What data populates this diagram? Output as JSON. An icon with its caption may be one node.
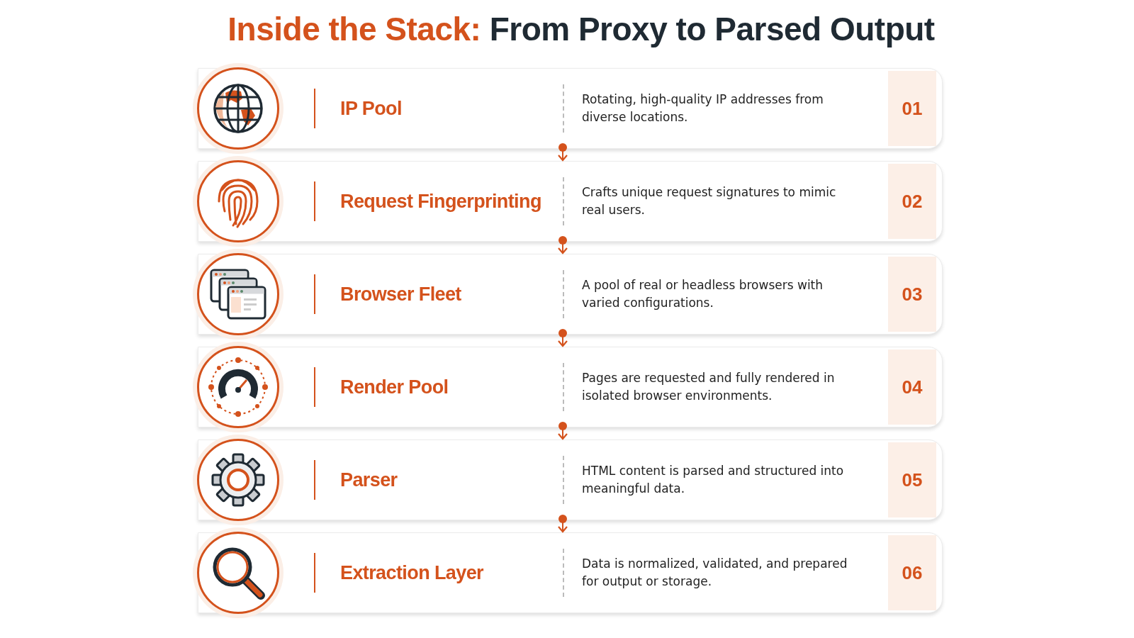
{
  "diagram": {
    "title": "Inside the Stack: From Proxy to Parsed Output",
    "nodes": [
      {
        "text": [
          "IP Pool",
          "Rotating, high-quality IP addresses from diverse locations.",
          "01"
        ]
      },
      {
        "text": [
          "Request Fingerprinting",
          "Crafts unique request signatures to mimic real users.",
          "02"
        ]
      },
      {
        "text": [
          "Browser Fleet",
          "A pool of real or headless browsers with varied configurations.",
          "03"
        ]
      },
      {
        "text": [
          "Render Pool",
          "Pages are requested and fully rendered in isolated browser environments.",
          "04"
        ]
      },
      {
        "text": [
          "Parser",
          "HTML content is parsed and structured into meaningful data.",
          "05"
        ]
      },
      {
        "text": [
          "Extraction Layer",
          "Data is normalized, validated, and prepared for output or storage.",
          "06"
        ]
      }
    ],
    "edges": [
      {
        "from": 0,
        "to": 1,
        "arrow": "to"
      },
      {
        "from": 1,
        "to": 2,
        "arrow": "to"
      },
      {
        "from": 2,
        "to": 3,
        "arrow": "to"
      },
      {
        "from": 3,
        "to": 4,
        "arrow": "to"
      },
      {
        "from": 4,
        "to": 5,
        "arrow": "to"
      }
    ]
  }
}
